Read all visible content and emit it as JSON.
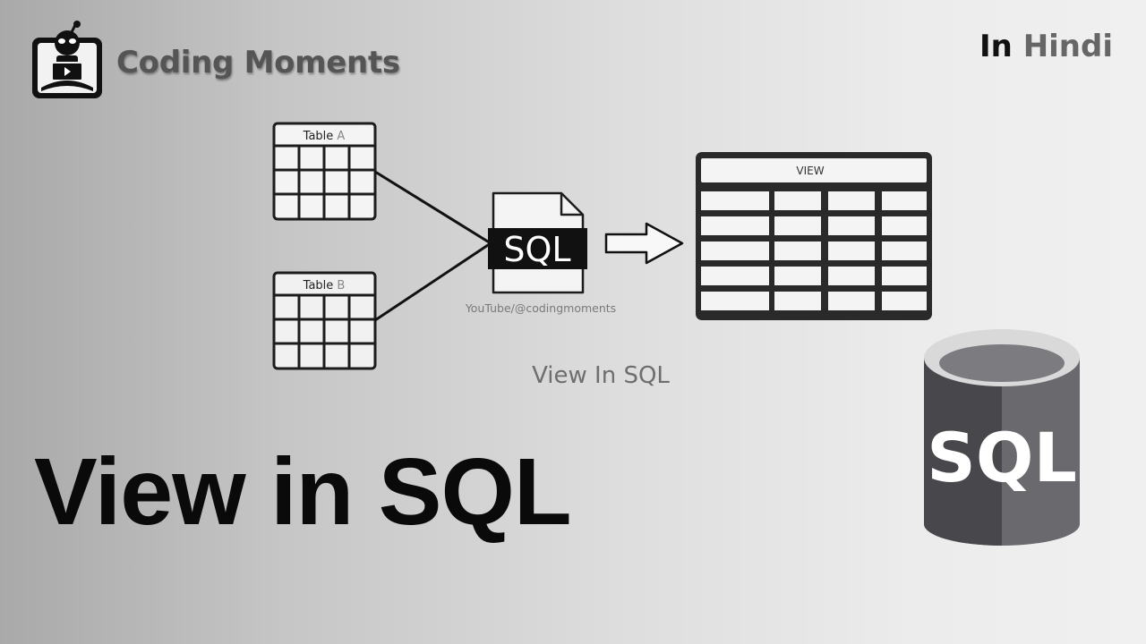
{
  "brand": {
    "name": "Coding Moments",
    "logo_icon": "robot-reading-laptop-icon"
  },
  "language_badge": {
    "prefix": "In",
    "language": "Hindi"
  },
  "diagram": {
    "table_a_label": "Table",
    "table_a_letter": "A",
    "table_b_label": "Table",
    "table_b_letter": "B",
    "sql_file_label": "SQL",
    "watermark": "YouTube/@codingmoments",
    "view_label": "VIEW",
    "caption": "View In SQL"
  },
  "headline": "View in SQL",
  "database_icon": {
    "icon": "sql-database-icon",
    "label": "SQL"
  },
  "colors": {
    "headline": "#0a0a0a",
    "brand_text": "#555555",
    "database_dark": "#48484c",
    "database_light": "#6a6a6e",
    "database_rim": "#d9d9d9"
  }
}
